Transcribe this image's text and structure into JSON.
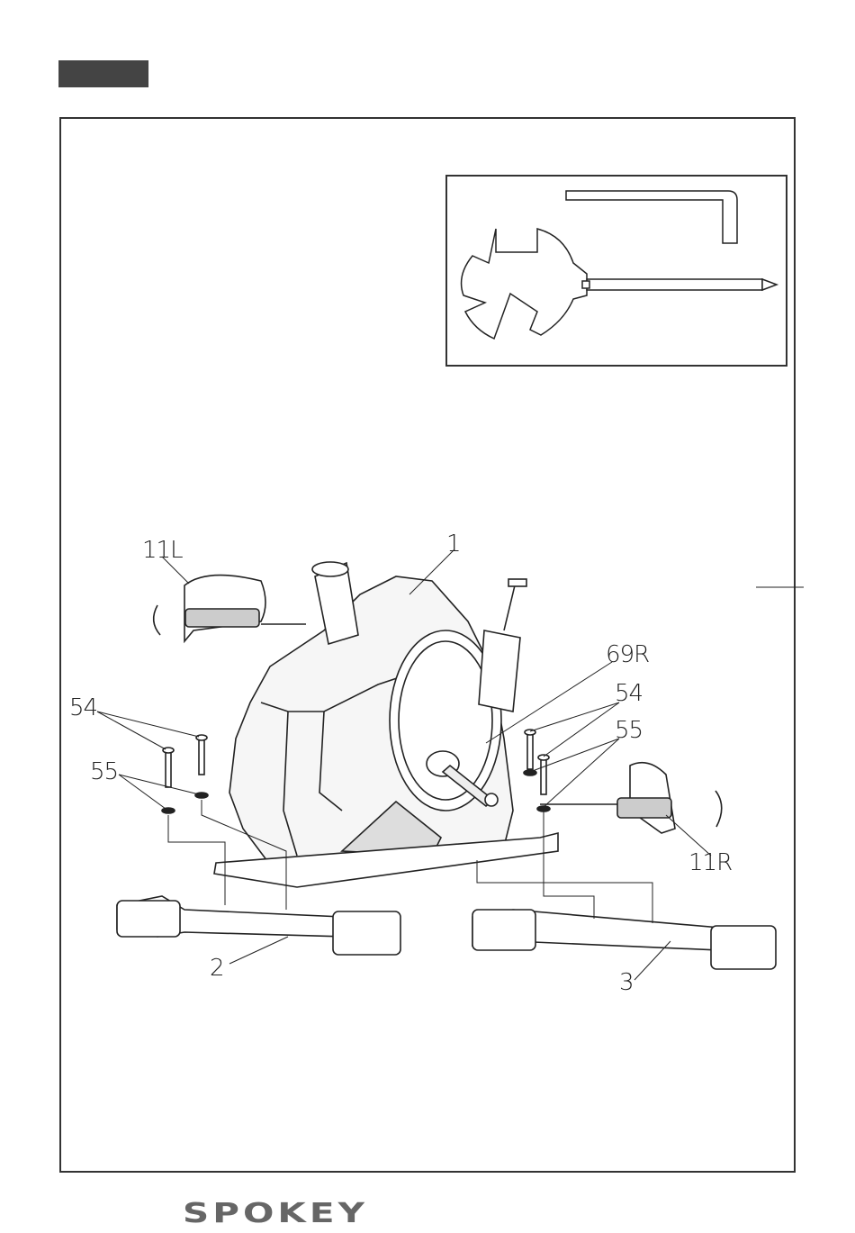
{
  "labels": {
    "part_1": "1",
    "part_2": "2",
    "part_3": "3",
    "part_11l": "11L",
    "part_11r": "11R",
    "part_54_left": "54",
    "part_54_right": "54",
    "part_55_left": "55",
    "part_55_right": "55",
    "part_69r": "69R"
  },
  "brand": "SPOKEY",
  "colors": {
    "step_tab": "#444444",
    "line": "#222222"
  },
  "icons": [
    "allen-key-icon",
    "wrench-screwdriver-icon"
  ]
}
